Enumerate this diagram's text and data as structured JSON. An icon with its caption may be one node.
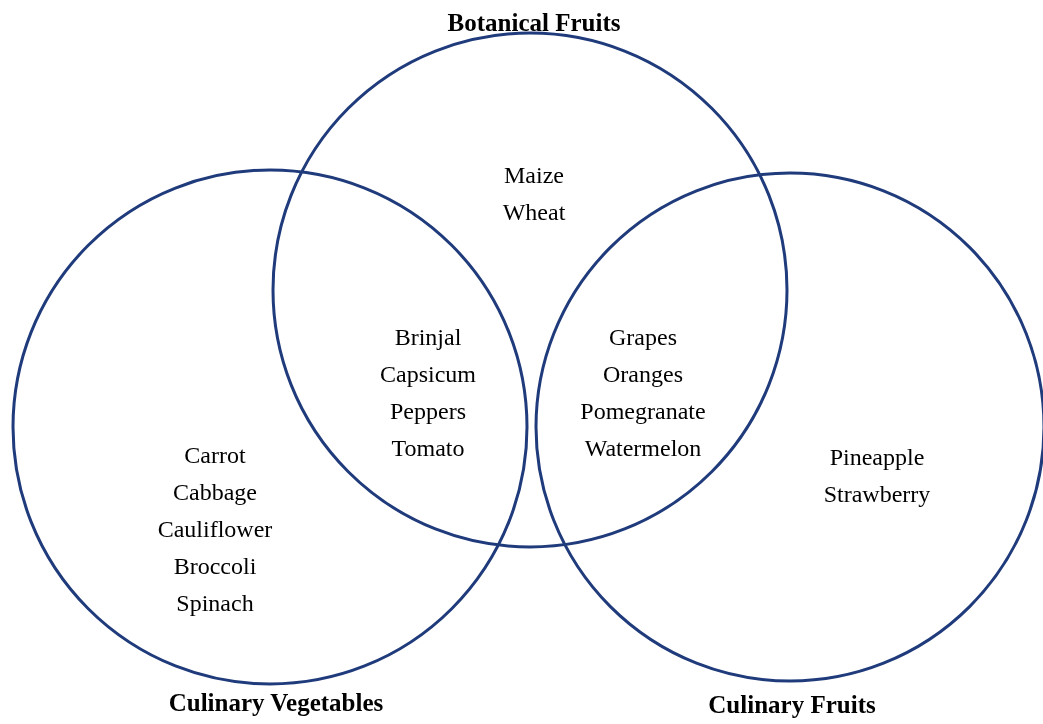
{
  "diagram": {
    "nodes": [
      {
        "text": [
          "Botanical Fruits",
          "Maize Wheat"
        ]
      },
      {
        "text": [
          "Carrot Cabbage Cauliflower Broccoli Spinach",
          "Culinary Vegetables"
        ]
      },
      {
        "text": [
          "Pineapple Strawberry",
          "Culinary Fruits"
        ]
      }
    ],
    "edges": [],
    "labels": [
      "Brinjal Capsicum Peppers Tomato",
      "Grapes Oranges Pomegranate Watermelon"
    ]
  }
}
